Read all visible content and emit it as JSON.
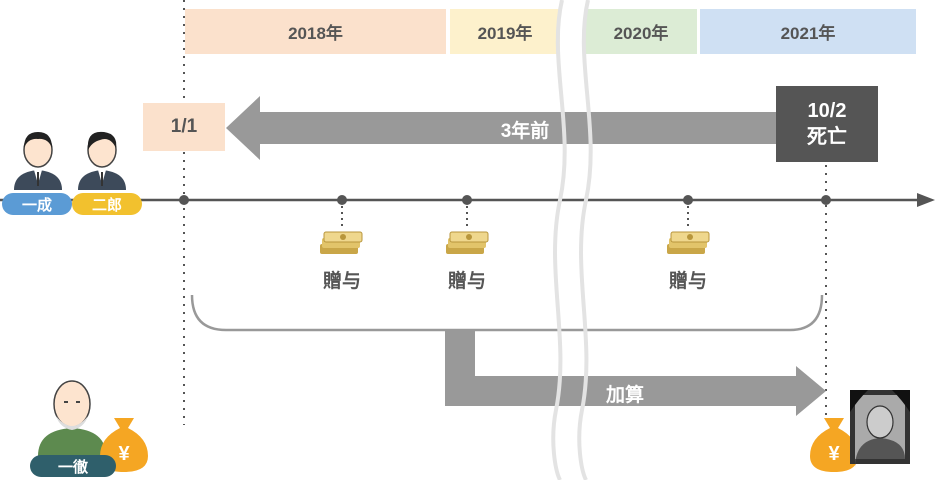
{
  "years": [
    {
      "label": "2018年",
      "color": "#fbe1cc"
    },
    {
      "label": "2019年",
      "color": "#fdf1cc"
    },
    {
      "label": "2020年",
      "color": "#dcecd5"
    },
    {
      "label": "2021年",
      "color": "#cfe0f3"
    }
  ],
  "start_date": "1/1",
  "period_label": "3年前",
  "death": {
    "date": "10/2",
    "label": "死亡"
  },
  "gifts": [
    {
      "label": "贈与"
    },
    {
      "label": "贈与"
    },
    {
      "label": "贈与"
    }
  ],
  "addition_label": "加算",
  "persons": {
    "heir1": "一成",
    "heir2": "二郎",
    "decedent": "一徹"
  },
  "colors": {
    "axis": "#555555",
    "arrow_gray": "#999999",
    "death_box": "#555555",
    "badge_blue": "#5b9bd5",
    "badge_yellow": "#f2c12e",
    "badge_teal": "#2f5f6b",
    "money_bag": "#f5a623"
  }
}
